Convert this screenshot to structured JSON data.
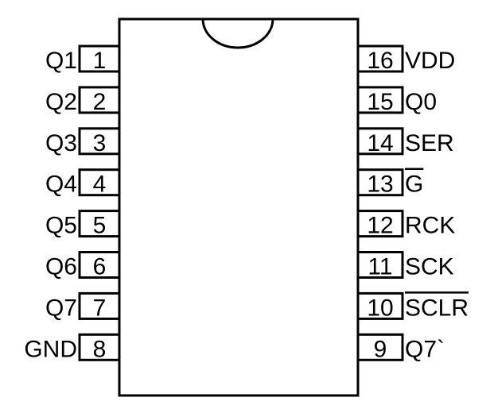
{
  "chip": {
    "left_pins": [
      {
        "number": "1",
        "label": "Q1"
      },
      {
        "number": "2",
        "label": "Q2"
      },
      {
        "number": "3",
        "label": "Q3"
      },
      {
        "number": "4",
        "label": "Q4"
      },
      {
        "number": "5",
        "label": "Q5"
      },
      {
        "number": "6",
        "label": "Q6"
      },
      {
        "number": "7",
        "label": "Q7"
      },
      {
        "number": "8",
        "label": "GND"
      }
    ],
    "right_pins": [
      {
        "number": "16",
        "label": "VDD",
        "overline": false
      },
      {
        "number": "15",
        "label": "Q0",
        "overline": false
      },
      {
        "number": "14",
        "label": "SER",
        "overline": false
      },
      {
        "number": "13",
        "label": "G",
        "overline": true
      },
      {
        "number": "12",
        "label": "RCK",
        "overline": false
      },
      {
        "number": "11",
        "label": "SCK",
        "overline": false
      },
      {
        "number": "10",
        "label": "SCLR",
        "overline": true
      },
      {
        "number": "9",
        "label": "Q7`",
        "overline": false
      }
    ]
  }
}
